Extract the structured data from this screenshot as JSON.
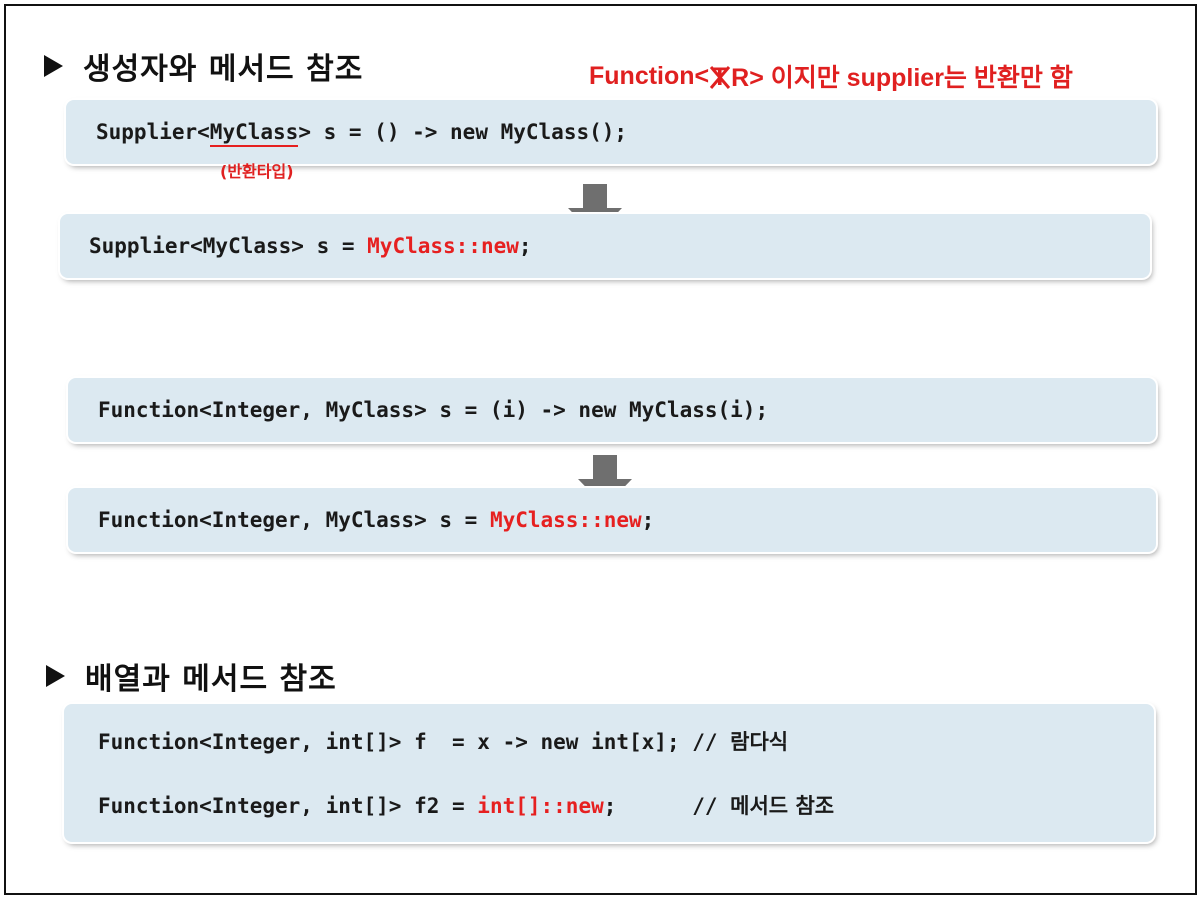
{
  "section1": {
    "title": "생성자와 메서드 참조",
    "note": {
      "prefix": "Function<",
      "struck": "T",
      "suffix": "R> 이지만 supplier는 반환만 함"
    },
    "return_type_label": "(반환타입)",
    "supplier": {
      "lambda_prefix": "Supplier<",
      "lambda_type": "MyClass",
      "lambda_rest": "> s = () -> new MyClass();",
      "ref_prefix": "Supplier<MyClass> s = ",
      "ref_method": "MyClass::new",
      "ref_suffix": ";"
    },
    "function": {
      "lambda_code": "Function<Integer, MyClass> s = (i) -> new MyClass(i);",
      "ref_prefix": "Function<Integer, MyClass> s = ",
      "ref_method": "MyClass::new",
      "ref_suffix": ";"
    }
  },
  "section2": {
    "title": "배열과 메서드 참조",
    "line1_code": "Function<Integer, int[]> f  = x -> new int[x]; // ",
    "line1_comment": "람다식",
    "line2_prefix": "Function<Integer, int[]> f2 = ",
    "line2_method": "int[]::new",
    "line2_suffix": ";      // ",
    "line2_comment": "메서드 참조"
  },
  "colors": {
    "accent_red": "#e62020",
    "code_bg": "#dce9f1",
    "arrow": "#6f6f6f"
  }
}
